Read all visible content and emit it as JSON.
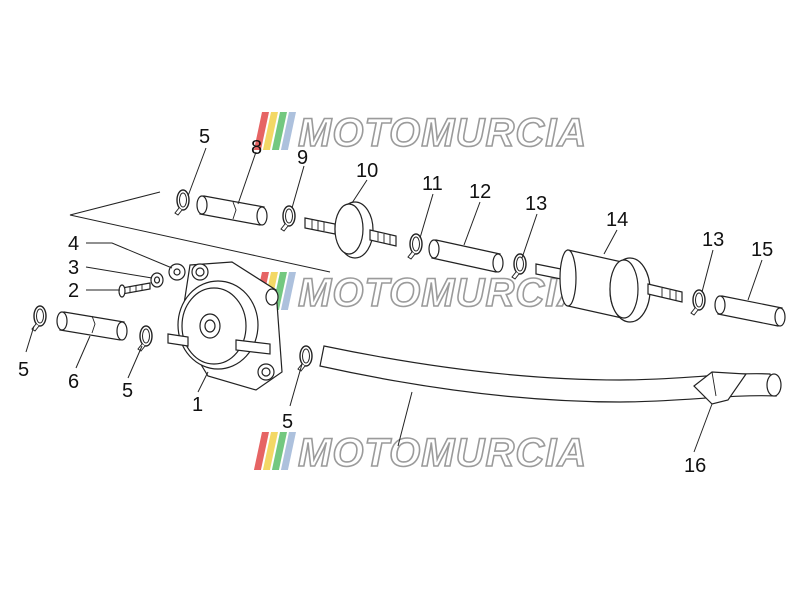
{
  "watermark": {
    "text": "MOTOMURCIA",
    "stripe_colors": [
      "#e24a4a",
      "#f2d24c",
      "#5bbf6a",
      "#9fb7d8"
    ]
  },
  "labels": {
    "p1": "1",
    "p2": "2",
    "p3": "3",
    "p4": "4",
    "p5a": "5",
    "p5b": "5",
    "p5c": "5",
    "p5d": "5",
    "p6": "6",
    "p8": "8",
    "p9": "9",
    "p10": "10",
    "p11": "11",
    "p12": "12",
    "p13a": "13",
    "p13b": "13",
    "p14": "14",
    "p15": "15",
    "p16": "16"
  }
}
